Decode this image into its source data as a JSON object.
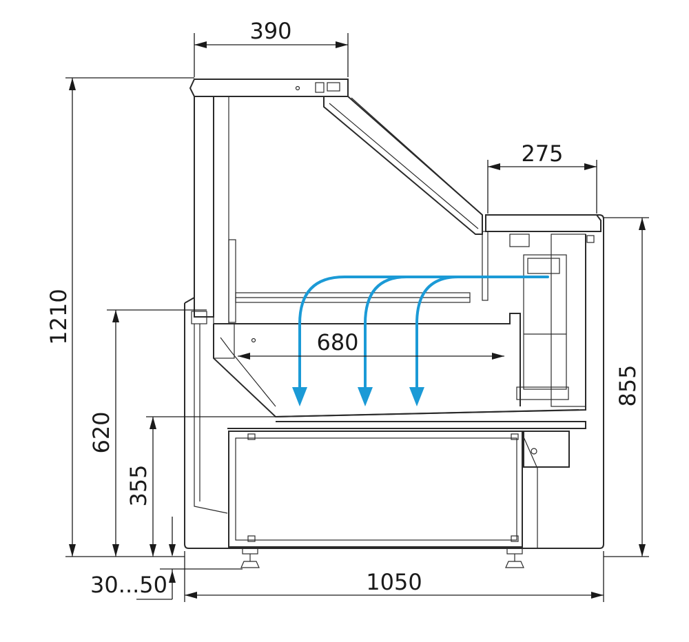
{
  "dimensions": {
    "top_width": "390",
    "front_top_width": "275",
    "total_height": "1210",
    "counter_height": "620",
    "front_height": "855",
    "bottom_shelf_height": "355",
    "display_depth": "680",
    "foot_adjust": "30...50",
    "total_depth": "1050"
  },
  "colors": {
    "airflow": "#1b9ad6",
    "lines": "#2a2a2a"
  }
}
